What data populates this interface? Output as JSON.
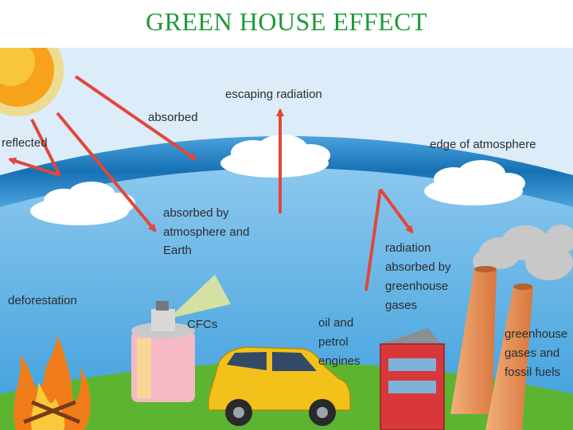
{
  "title": "GREEN HOUSE EFFECT",
  "labels": {
    "escaping_radiation": "escaping radiation",
    "absorbed": "absorbed",
    "reflected": "reflected",
    "edge_of_atmosphere": "edge of atmosphere",
    "absorbed_by_atmosphere": [
      "absorbed by",
      "atmosphere and",
      "Earth"
    ],
    "radiation_absorbed": [
      "radiation",
      "absorbed by",
      "greenhouse",
      "gases"
    ],
    "deforestation": "deforestation",
    "cfcs": "CFCs",
    "oil_engines": [
      "oil and",
      "petrol",
      "engines"
    ],
    "greenhouse_fuels": [
      "greenhouse",
      "gases and",
      "fossil fuels"
    ]
  },
  "colors": {
    "title": "#1e9a3a",
    "sky": "#d9eaf7",
    "atmosphere_band": "#1f86c8",
    "lower_sky": "#4aa8e0",
    "ground": "#5cb531",
    "arrow": "#e2473a",
    "sun": "#f7a21b",
    "car": "#f2c21a",
    "chimney": "#e8955a"
  },
  "icons": [
    "sun-icon",
    "cloud-icon",
    "fire-icon",
    "spray-can-icon",
    "car-icon",
    "factory-icon",
    "chimney-icon",
    "smoke-icon"
  ]
}
